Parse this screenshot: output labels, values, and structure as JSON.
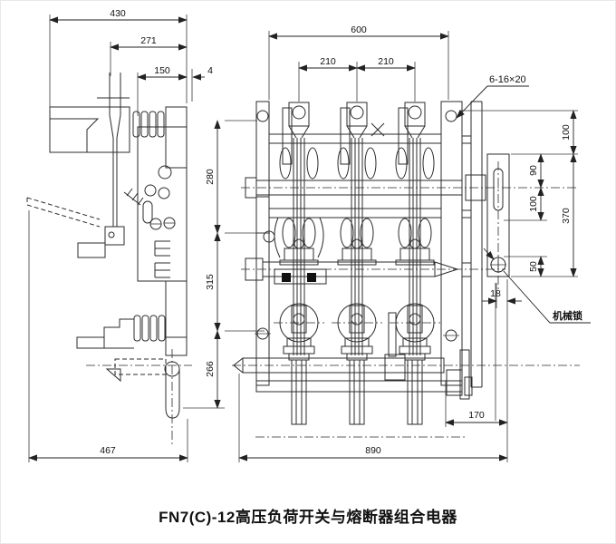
{
  "meta": {
    "line_color": "#2b2b2b",
    "background": "#ffffff"
  },
  "caption": "FN7(C)-12高压负荷开关与熔断器组合电器",
  "callouts": {
    "bolt_holes": "6-16×20",
    "mechanical_lock": "机械锁"
  },
  "dimensions": {
    "top": {
      "overall": "430",
      "inner": "271",
      "housing": "150",
      "gap": "4"
    },
    "front_top": {
      "overall": "600",
      "pitch_a": "210",
      "pitch_b": "210"
    },
    "left": {
      "upper": "280",
      "middle": "315",
      "lower": "266"
    },
    "right": {
      "top_offset": "100",
      "plate_to_shaft": "90",
      "shaft_to_slot": "100",
      "plate_height": "370",
      "lock_bottom": "50",
      "lock_side": "18"
    },
    "bottom": {
      "left_width": "467",
      "overall": "890",
      "right_offset": "170"
    }
  }
}
